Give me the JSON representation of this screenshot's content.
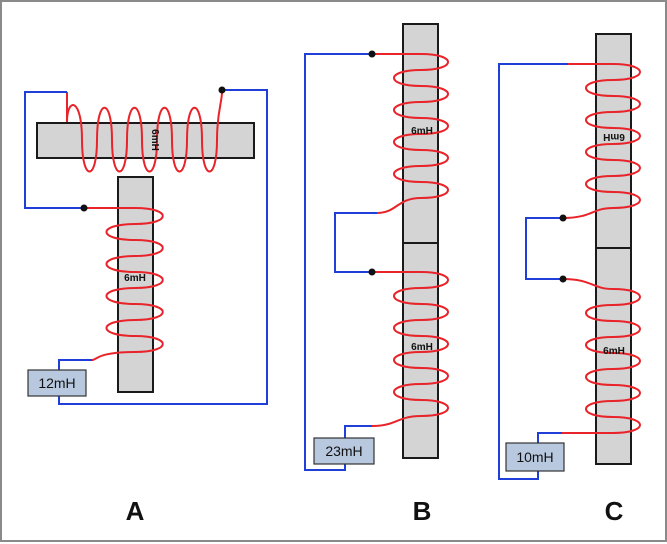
{
  "panels": [
    {
      "id": "A",
      "label": "A",
      "coil_top_label": "6mH",
      "coil_bottom_label": "6mH",
      "meter_reading": "12mH"
    },
    {
      "id": "B",
      "label": "B",
      "coil_top_label": "6mH",
      "coil_bottom_label": "6mH",
      "meter_reading": "23mH"
    },
    {
      "id": "C",
      "label": "C",
      "coil_top_label": "6mH",
      "coil_bottom_label": "6mH",
      "meter_reading": "10mH"
    }
  ],
  "colors": {
    "core": "#d4d4d4",
    "coil": "#e8242a",
    "wire": "#1f3fd8",
    "meter": "#b8c8de"
  },
  "icons": [
    "inductor-coil",
    "core-rod",
    "junction-dot",
    "inductance-meter"
  ]
}
